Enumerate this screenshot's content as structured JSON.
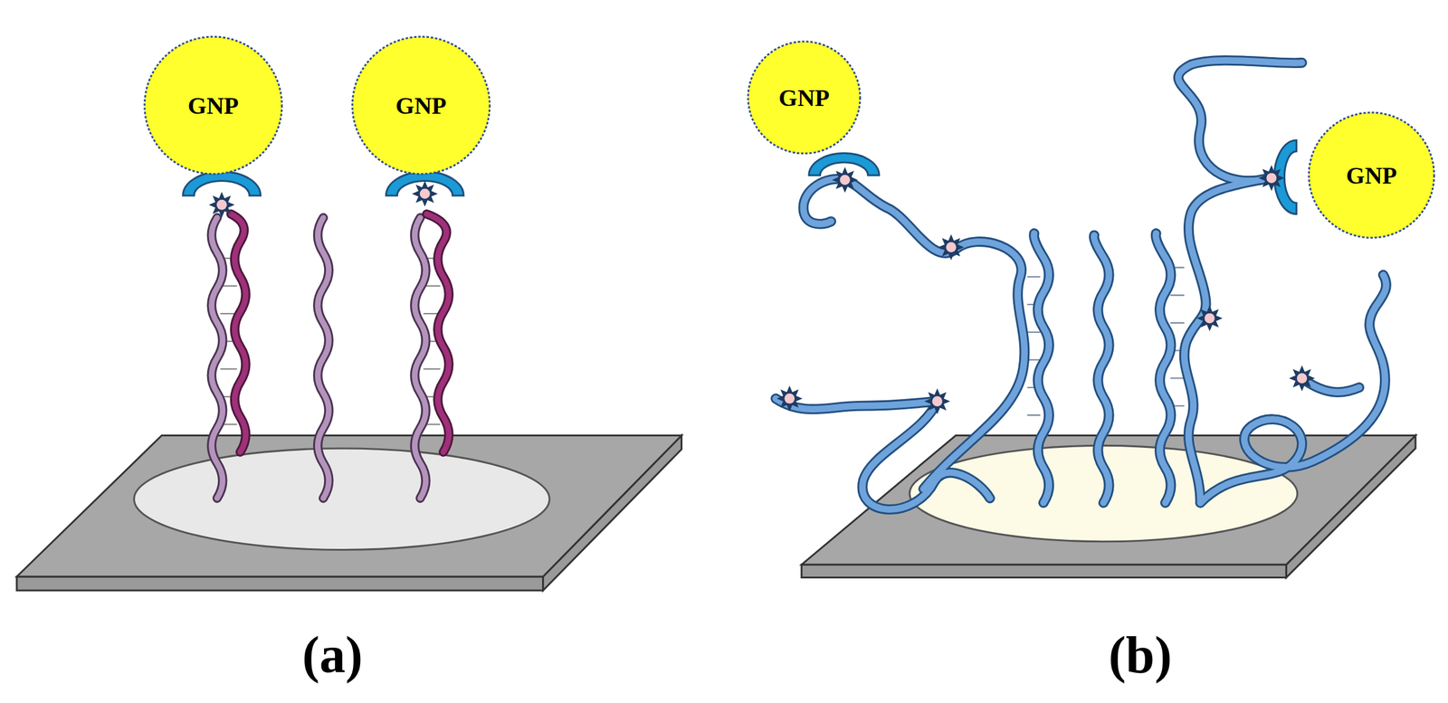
{
  "diagram": {
    "nodes": [
      {
        "text": [
          "GNP"
        ]
      },
      {
        "text": [
          "GNP"
        ]
      },
      {
        "text": [
          "GNP"
        ]
      },
      {
        "text": [
          "GNP"
        ]
      }
    ],
    "labels": [
      "(a)",
      "(b)"
    ]
  }
}
